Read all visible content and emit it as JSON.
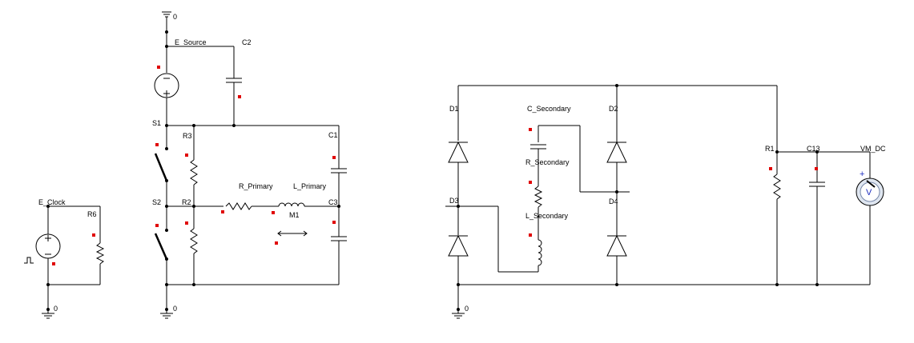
{
  "labels": {
    "gnd1": "0",
    "gnd2": "0",
    "gnd3": "0",
    "gnd4": "0",
    "e_source": "E_Source",
    "c2": "C2",
    "s1": "S1",
    "r3": "R3",
    "c1": "C1",
    "r_primary": "R_Primary",
    "l_primary": "L_Primary",
    "s2": "S2",
    "r2": "R2",
    "c3": "C3",
    "m1": "M1",
    "e_clock": "E_Clock",
    "r6": "R6",
    "d1": "D1",
    "c_secondary": "C_Secondary",
    "d2": "D2",
    "r_secondary": "R_Secondary",
    "d3": "D3",
    "d4": "D4",
    "l_secondary": "L_Secondary",
    "r1": "R1",
    "c13": "C13",
    "vm_dc": "VM_DC"
  },
  "colors": {
    "wire": "#000000",
    "marker": "#e00000",
    "meter_face": "#dfe6f0",
    "meter_text": "#2030c0"
  }
}
